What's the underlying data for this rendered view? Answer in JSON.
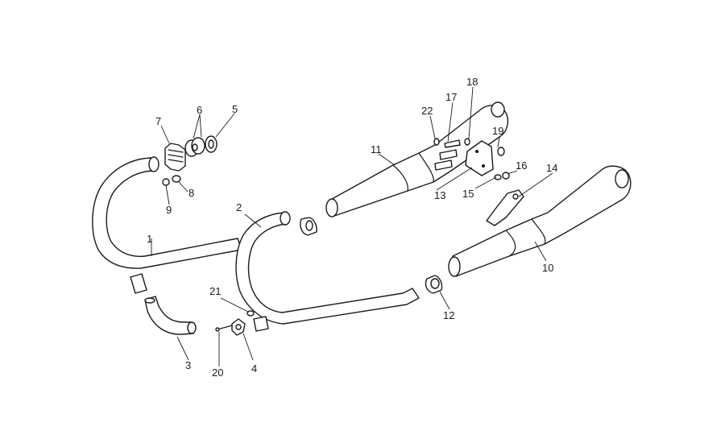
{
  "diagram": {
    "callouts": [
      {
        "id": "c1",
        "label": "1"
      },
      {
        "id": "c2",
        "label": "2"
      },
      {
        "id": "c3",
        "label": "3"
      },
      {
        "id": "c4",
        "label": "4"
      },
      {
        "id": "c5",
        "label": "5"
      },
      {
        "id": "c6",
        "label": "6"
      },
      {
        "id": "c7",
        "label": "7"
      },
      {
        "id": "c8",
        "label": "8"
      },
      {
        "id": "c9",
        "label": "9"
      },
      {
        "id": "c10",
        "label": "10"
      },
      {
        "id": "c11",
        "label": "11"
      },
      {
        "id": "c12",
        "label": "12"
      },
      {
        "id": "c13",
        "label": "13"
      },
      {
        "id": "c14",
        "label": "14"
      },
      {
        "id": "c15",
        "label": "15"
      },
      {
        "id": "c16",
        "label": "16"
      },
      {
        "id": "c17",
        "label": "17"
      },
      {
        "id": "c18",
        "label": "18"
      },
      {
        "id": "c19",
        "label": "19"
      },
      {
        "id": "c20",
        "label": "20"
      },
      {
        "id": "c21",
        "label": "21"
      },
      {
        "id": "c22",
        "label": "22"
      }
    ],
    "colors": {
      "ink": "#1a1a1a",
      "paper": "#ffffff"
    }
  }
}
